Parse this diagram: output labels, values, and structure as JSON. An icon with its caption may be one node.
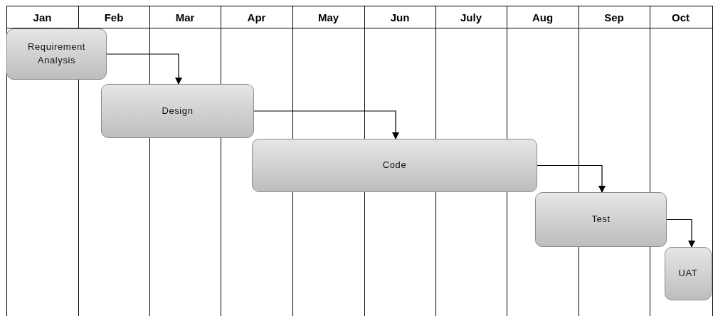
{
  "diagram": {
    "nodes": [
      {
        "text": [
          "Requirement Analysis"
        ]
      },
      {
        "text": [
          "Design"
        ]
      },
      {
        "text": [
          "Code"
        ]
      },
      {
        "text": [
          "Test"
        ]
      },
      {
        "text": [
          "UAT"
        ]
      }
    ],
    "edges": [
      {
        "from": 0,
        "to": 1,
        "arrow": "to"
      },
      {
        "from": 1,
        "to": 2,
        "arrow": "to"
      },
      {
        "from": 2,
        "to": 3,
        "arrow": "to"
      },
      {
        "from": 3,
        "to": 4,
        "arrow": "to"
      }
    ],
    "labels": [
      "Jan",
      "Feb",
      "Mar",
      "Apr",
      "May",
      "Jun",
      "July",
      "Aug",
      "Sep",
      "Oct"
    ]
  }
}
